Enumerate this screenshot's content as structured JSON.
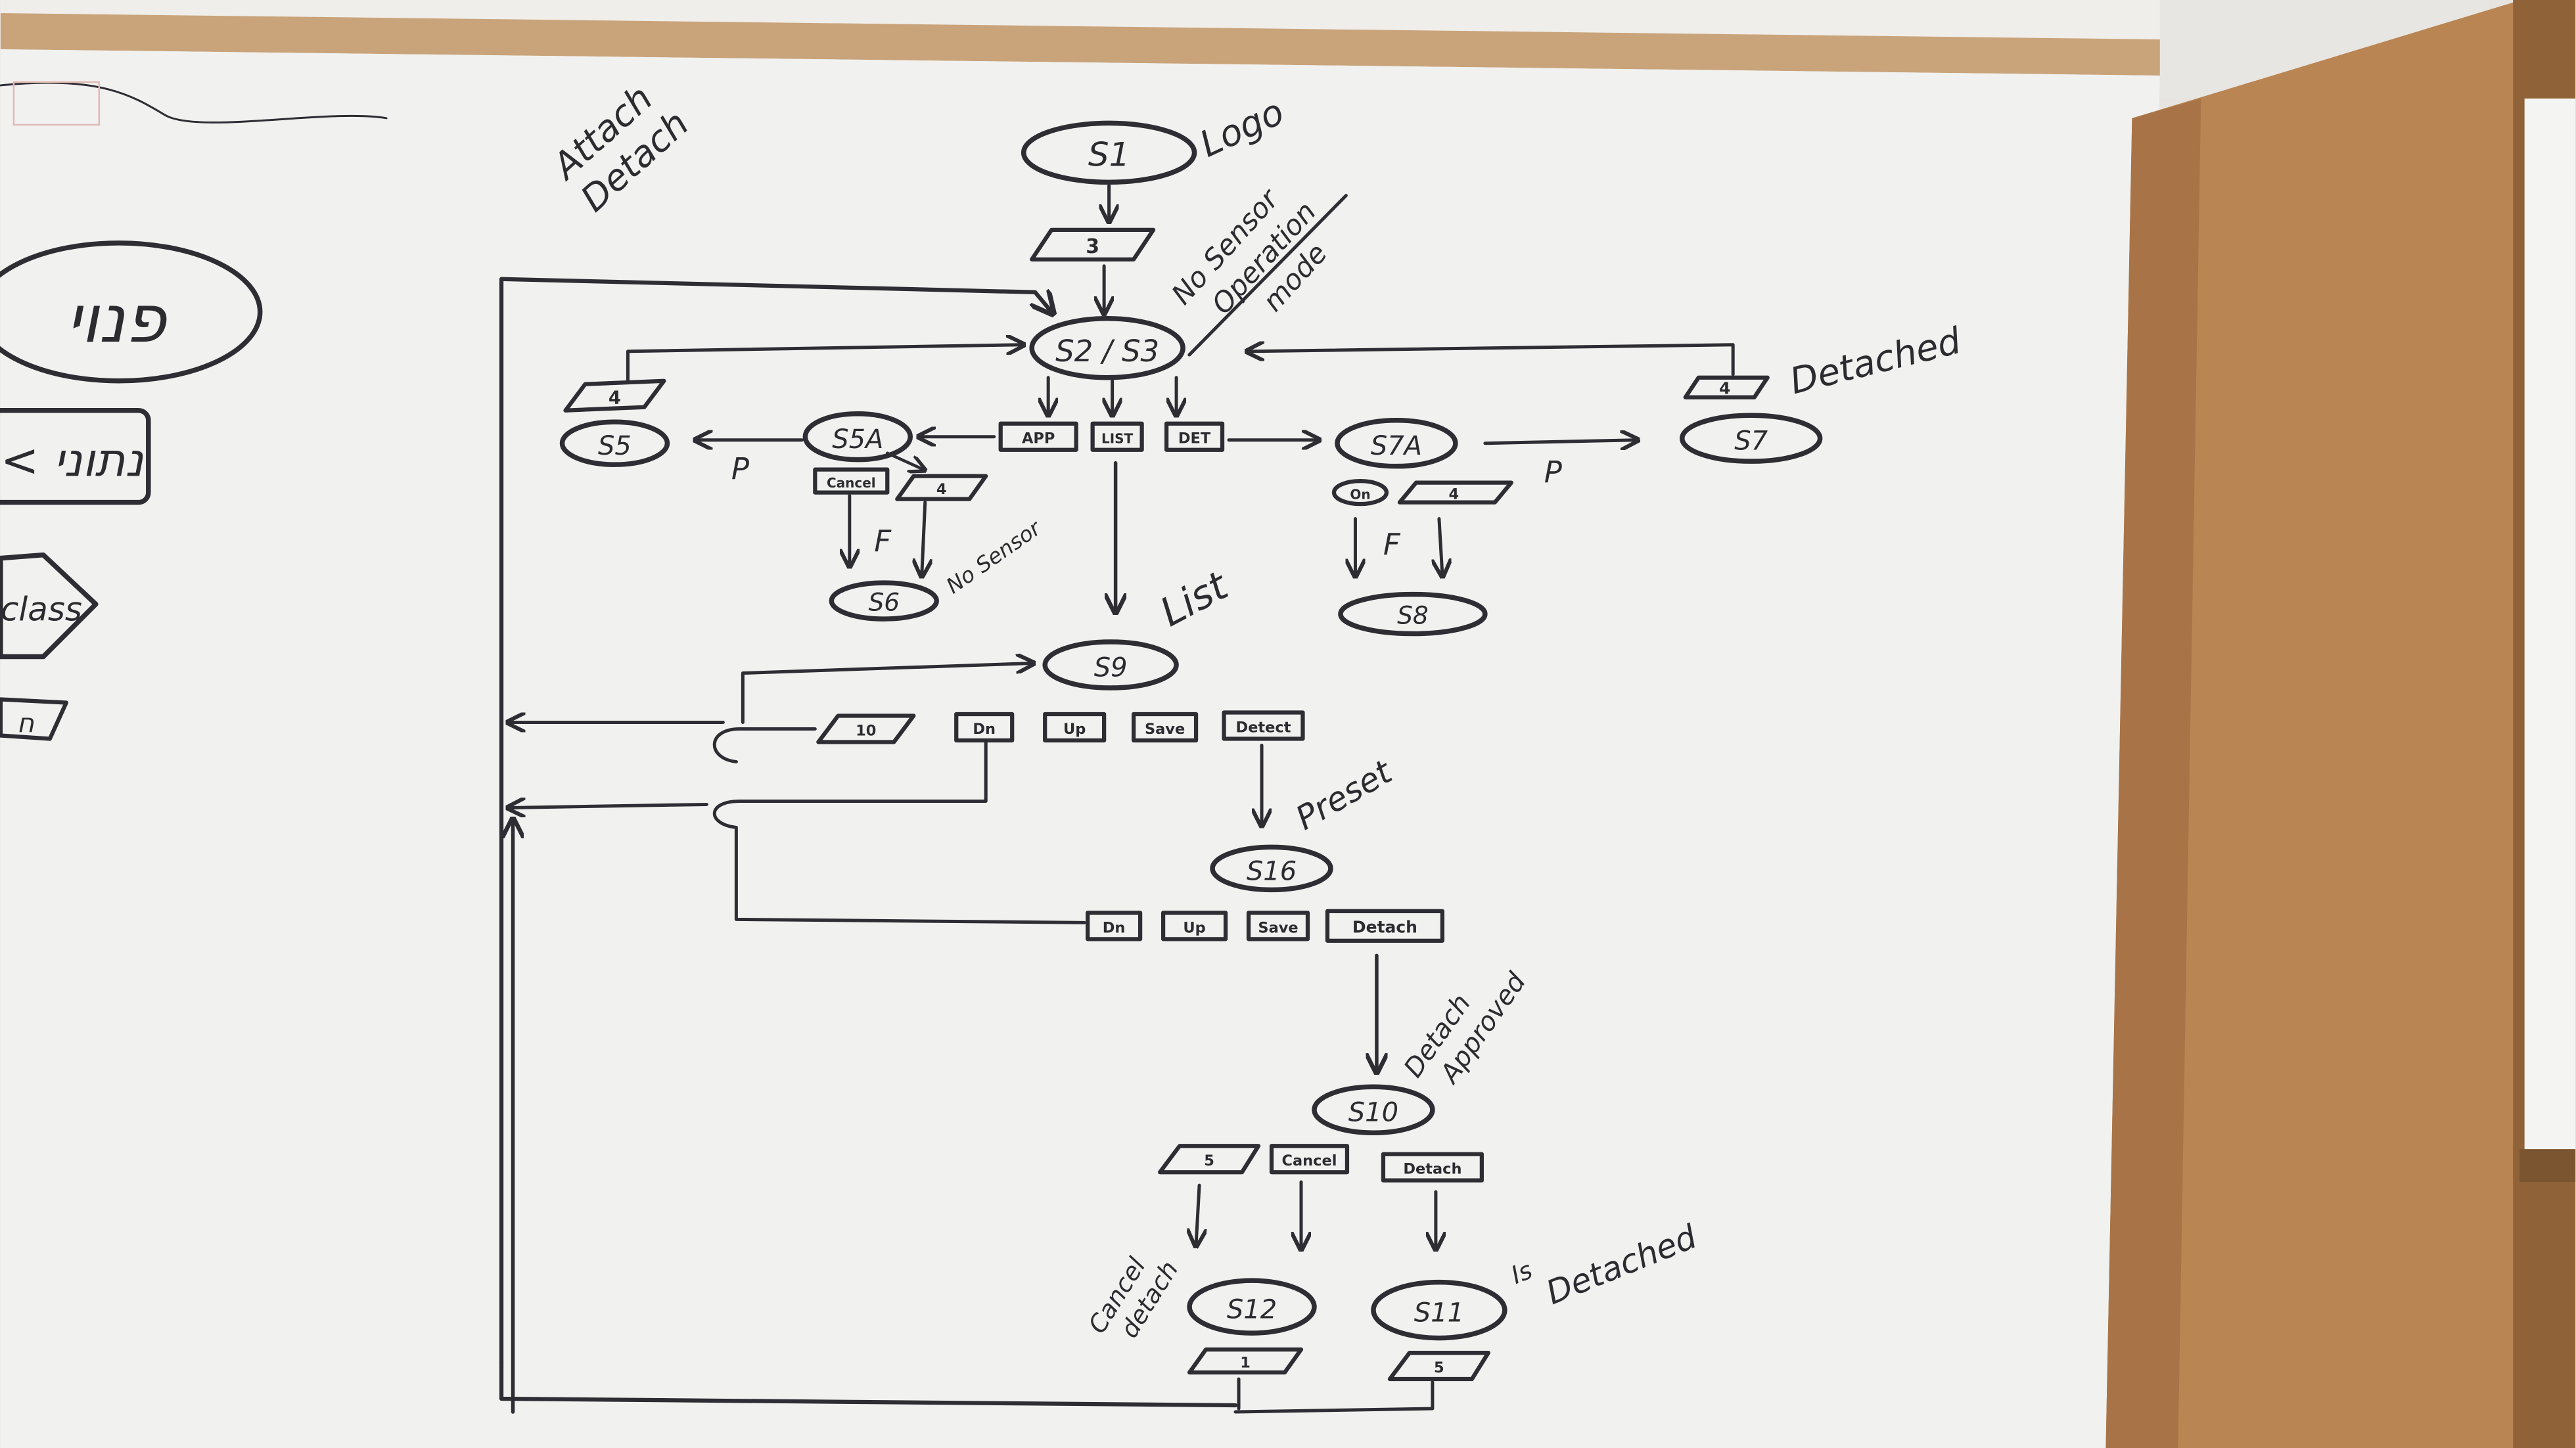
{
  "board": {
    "colors": {
      "whiteboard": "#f1f2f0",
      "ink": "#2d2d33",
      "highlight": "#e8c23a",
      "frame": "#c9a37a",
      "cabinet": "#b98553",
      "cabinet_dark": "#8f6337",
      "left_scribble": "#e2b8b4"
    }
  },
  "diagram": {
    "header_notes": {
      "attach": "Attach",
      "detach": "Detach"
    },
    "states": {
      "s1": "S1",
      "s2s3": "S2 / S3",
      "s5": "S5",
      "s5a": "S5A",
      "s6": "S6",
      "s7a": "S7A",
      "s7": "S7",
      "s8": "S8",
      "s9": "S9",
      "s16": "S16",
      "s10": "S10",
      "s12": "S12",
      "s11": "S11"
    },
    "labels": {
      "logo": "Logo",
      "no_sensor_op_mode": [
        "No Sensor",
        "Operation",
        "mode"
      ],
      "detached_top": "Detached",
      "p_left": "P",
      "p_right": "P",
      "f_left": "F",
      "f_right": "F",
      "no_sensor_small": "No Sensor",
      "list": "List",
      "preset": "Preset",
      "detach_approved": [
        "Detach",
        "Approved"
      ],
      "cancel_detach": [
        "Cancel",
        "detach"
      ],
      "is_detached": [
        "Is",
        "Detached"
      ]
    },
    "boxes": {
      "app": "APP",
      "list": "LIST",
      "det": "DET",
      "cancel_5a": "Cancel",
      "on_7a": "On",
      "row9": [
        "Dn",
        "Up",
        "Save",
        "Detect"
      ],
      "row16": [
        "Dn",
        "Up",
        "Save",
        "Detach"
      ],
      "cancel_10": "Cancel",
      "detach_10": "Detach"
    },
    "io_nodes": {
      "top": "3",
      "left": "4",
      "right": "4",
      "s5a_right": "4",
      "s7a_right": "4",
      "s9_left": "10",
      "s10_left": "5",
      "s12_below": "1",
      "s11_below": "5"
    }
  },
  "left_edge": {
    "circled_word": "פנוי",
    "box_word": "< נתוני",
    "diamond_word": "class",
    "small": "ח"
  }
}
